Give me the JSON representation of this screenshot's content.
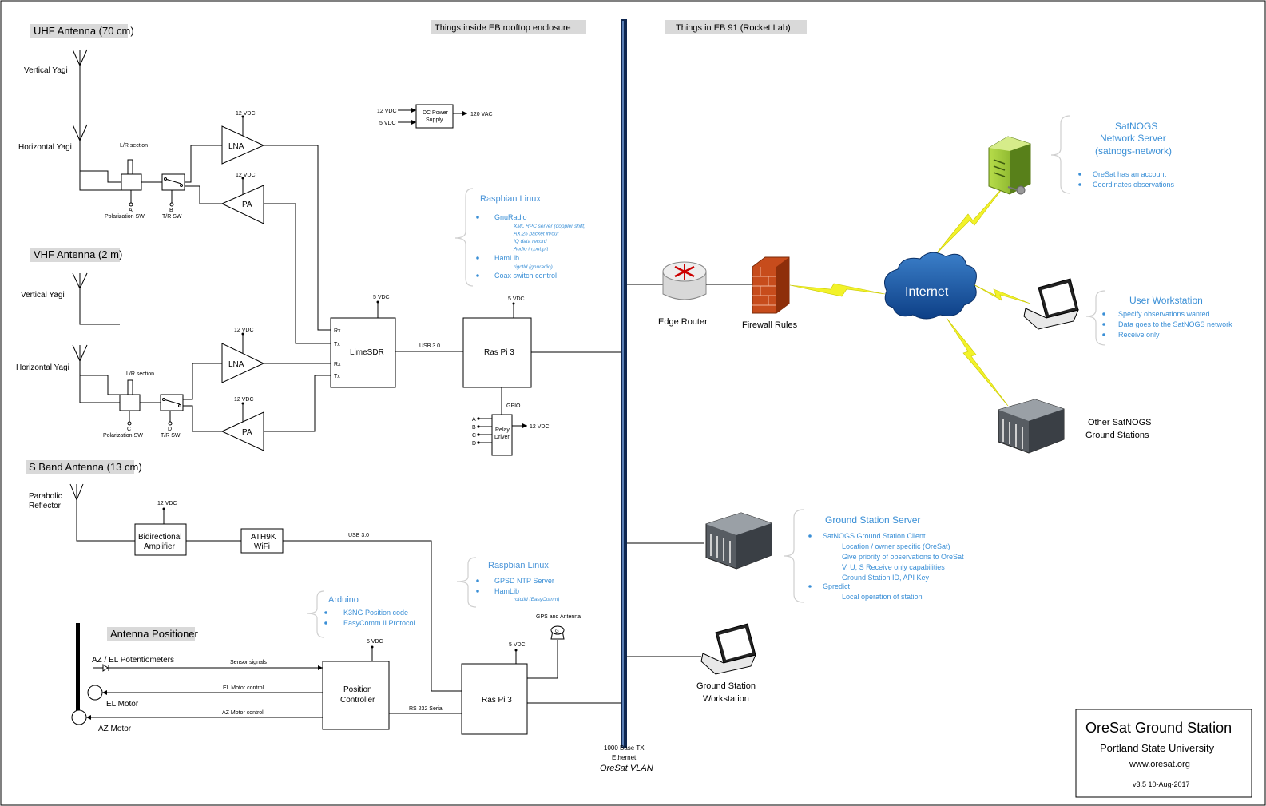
{
  "headers": {
    "uhf": "UHF Antenna (70 cm)",
    "vhf": "VHF Antenna (2 m)",
    "sband": "S Band Antenna (13 cm)",
    "positioner": "Antenna Positioner",
    "enclosure": "Things inside EB rooftop enclosure",
    "eb91": "Things in EB 91 (Rocket Lab)"
  },
  "antennas": {
    "vertical_yagi": "Vertical Yagi",
    "horizontal_yagi": "Horizontal Yagi",
    "parabolic": "Parabolic",
    "reflector": "Reflector"
  },
  "rf": {
    "lna": "LNA",
    "pa": "PA",
    "vdc12": "12 VDC",
    "vdc5": "5 VDC",
    "a": "A",
    "b": "B",
    "c": "C",
    "d": "D",
    "pol_sw": "Polarization SW",
    "tr_sw": "T/R SW",
    "direction_note": "L/R section"
  },
  "power": {
    "in12": "12 VDC",
    "in5": "5 VDC",
    "supply_l1": "DC Power",
    "supply_l2": "Supply",
    "ac": "120 VAC"
  },
  "limesdr": {
    "label": "LimeSDR",
    "rx": "Rx",
    "tx": "Tx",
    "vdc": "5 VDC"
  },
  "raspi_top": {
    "label": "Ras Pi 3",
    "vdc": "5 VDC",
    "usb": "USB 3.0",
    "gpio": "GPIO",
    "relay_l1": "Relay",
    "relay_l2": "Driver",
    "relay_vdc": "12 VDC",
    "relay_outputs": [
      "A",
      "B",
      "C",
      "D"
    ]
  },
  "raspbian1": {
    "title": "Raspbian Linux",
    "items": [
      "GnuRadio",
      "HamLib",
      "Coax switch control"
    ],
    "gnuradio_sub": [
      "XML RPC server (doppler shift)",
      "AX.25 packet in/out",
      "IQ data record",
      "Audio in,out,ptt"
    ],
    "hamlib_sub": [
      "rigctld (gnuradio)"
    ]
  },
  "sband_chain": {
    "vdc": "12 VDC",
    "amp_l1": "Bidirectional",
    "amp_l2": "Amplifier",
    "wifi_l1": "ATH9K",
    "wifi_l2": "WiFi",
    "usb": "USB 3.0"
  },
  "raspbian2": {
    "title": "Raspbian Linux",
    "items": [
      "GPSD NTP Server",
      "HamLib"
    ],
    "hamlib_sub": [
      "rotctld (EasyComm)"
    ]
  },
  "arduino": {
    "title": "Arduino",
    "items": [
      "K3NG Position code",
      "EasyComm II Protocol"
    ]
  },
  "positioner": {
    "pot": "AZ / EL  Potentiometers",
    "sensor": "Sensor signals",
    "el_motor": "EL Motor",
    "az_motor": "AZ Motor",
    "el_ctrl": "EL Motor control",
    "az_ctrl": "AZ Motor control",
    "ctrl_l1": "Position",
    "ctrl_l2": "Controller",
    "ctrl_vdc": "5 VDC",
    "rs232": "RS 232 Serial",
    "raspi": "Ras Pi 3",
    "raspi_vdc": "5 VDC",
    "gps": "GPS and Antenna"
  },
  "ethernet": {
    "l1": "1000 Base TX",
    "l2": "Ethernet",
    "l3": "OreSat VLAN"
  },
  "network": {
    "edge_router": "Edge Router",
    "firewall": "Firewall Rules",
    "internet": "Internet"
  },
  "satnogs_server": {
    "title": [
      "SatNOGS",
      "Network Server",
      "(satnogs-network)"
    ],
    "items": [
      "OreSat has an account",
      "Coordinates observations"
    ]
  },
  "user_ws": {
    "title": "User Workstation",
    "items": [
      "Specify observations wanted",
      "Data goes to the SatNOGS network",
      "Receive only"
    ]
  },
  "other_stations": {
    "l1": "Other SatNOGS",
    "l2": "Ground Stations"
  },
  "gs_server": {
    "title": "Ground Station Server",
    "item1": "SatNOGS Ground Station Client",
    "item1_sub": [
      "Location / owner specific (OreSat)",
      "Give priority of observations to OreSat",
      "V, U, S  Receive only capabilities",
      "Ground Station ID, API Key"
    ],
    "item2": "Gpredict",
    "item2_sub": [
      "Local operation of station"
    ]
  },
  "gs_ws": {
    "l1": "Ground Station",
    "l2": "Workstation"
  },
  "title_block": {
    "title": "OreSat Ground Station",
    "org": "Portland State University",
    "url": "www.oresat.org",
    "version": "v3.5  10-Aug-2017"
  },
  "colors": {
    "accent_blue": "#3a8fd6",
    "header_gray": "#d9d9d9",
    "lightning": "#f2f229",
    "bus": "#0f2750"
  }
}
